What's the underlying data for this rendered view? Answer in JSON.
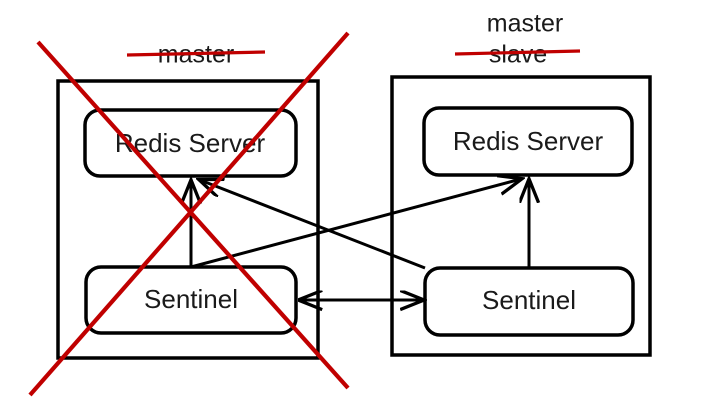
{
  "diagram": {
    "title": "Redis Sentinel master failover diagram",
    "colors": {
      "stroke": "#000000",
      "text": "#1a1a1a",
      "annotation_red": "#c00000",
      "background": "#ffffff"
    },
    "groups": [
      {
        "id": "left-group",
        "labels": [
          {
            "text": "master",
            "struck": true,
            "color": "#c00000"
          }
        ],
        "struck_out": true,
        "nodes": [
          {
            "id": "left-redis",
            "label": "Redis Server"
          },
          {
            "id": "left-sentinel",
            "label": "Sentinel"
          }
        ]
      },
      {
        "id": "right-group",
        "labels": [
          {
            "text": "master",
            "struck": false,
            "color": "#1a1a1a"
          },
          {
            "text": "slave",
            "struck": true,
            "color": "#c00000"
          }
        ],
        "struck_out": false,
        "nodes": [
          {
            "id": "right-redis",
            "label": "Redis Server"
          },
          {
            "id": "right-sentinel",
            "label": "Sentinel"
          }
        ]
      }
    ],
    "connections": [
      {
        "from": "left-sentinel",
        "to": "left-redis",
        "arrow": "single"
      },
      {
        "from": "right-sentinel",
        "to": "left-redis",
        "arrow": "single"
      },
      {
        "from": "left-sentinel",
        "to": "right-redis",
        "arrow": "single"
      },
      {
        "from": "right-sentinel",
        "to": "right-redis",
        "arrow": "single"
      },
      {
        "from": "left-sentinel",
        "to": "right-sentinel",
        "arrow": "double"
      }
    ]
  },
  "text": {
    "left_group_label": "master",
    "right_group_label_top": "master",
    "right_group_label_bottom": "slave",
    "left_redis_label": "Redis Server",
    "left_sentinel_label": "Sentinel",
    "right_redis_label": "Redis Server",
    "right_sentinel_label": "Sentinel"
  }
}
